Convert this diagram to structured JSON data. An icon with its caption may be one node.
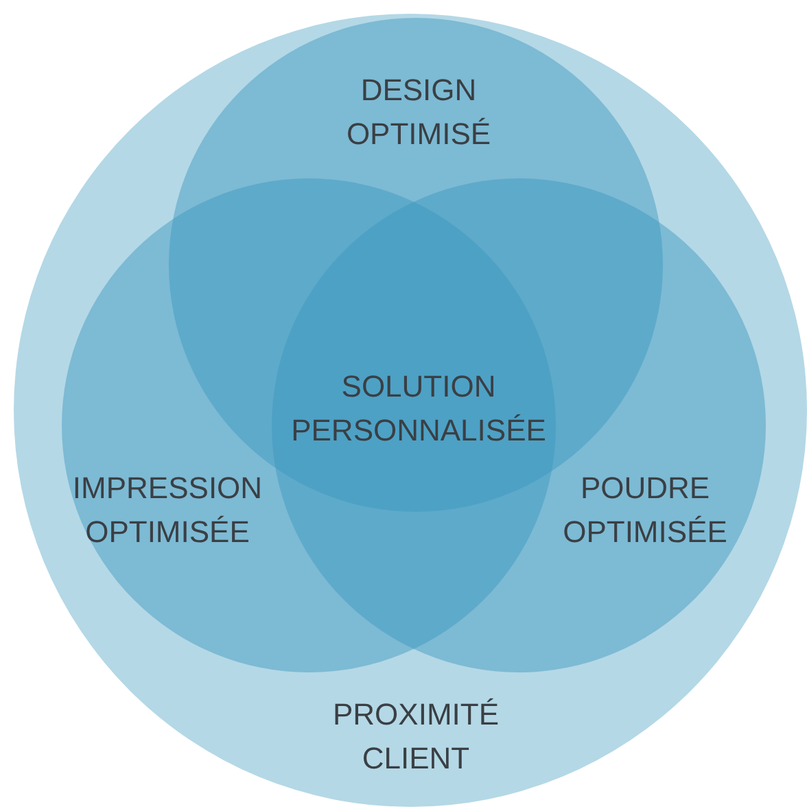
{
  "diagram": {
    "nodes": [
      {
        "text": [
          "PROXIMITÉ CLIENT"
        ]
      },
      {
        "text": [
          "DESIGN OPTIMISÉ"
        ],
        "in": 0
      },
      {
        "text": [
          "IMPRESSION OPTIMISÉE"
        ],
        "in": 0
      },
      {
        "text": [
          "POUDRE OPTIMISÉE"
        ],
        "in": 0
      }
    ],
    "labels": [
      "SOLUTION PERSONNALISÉE"
    ]
  }
}
